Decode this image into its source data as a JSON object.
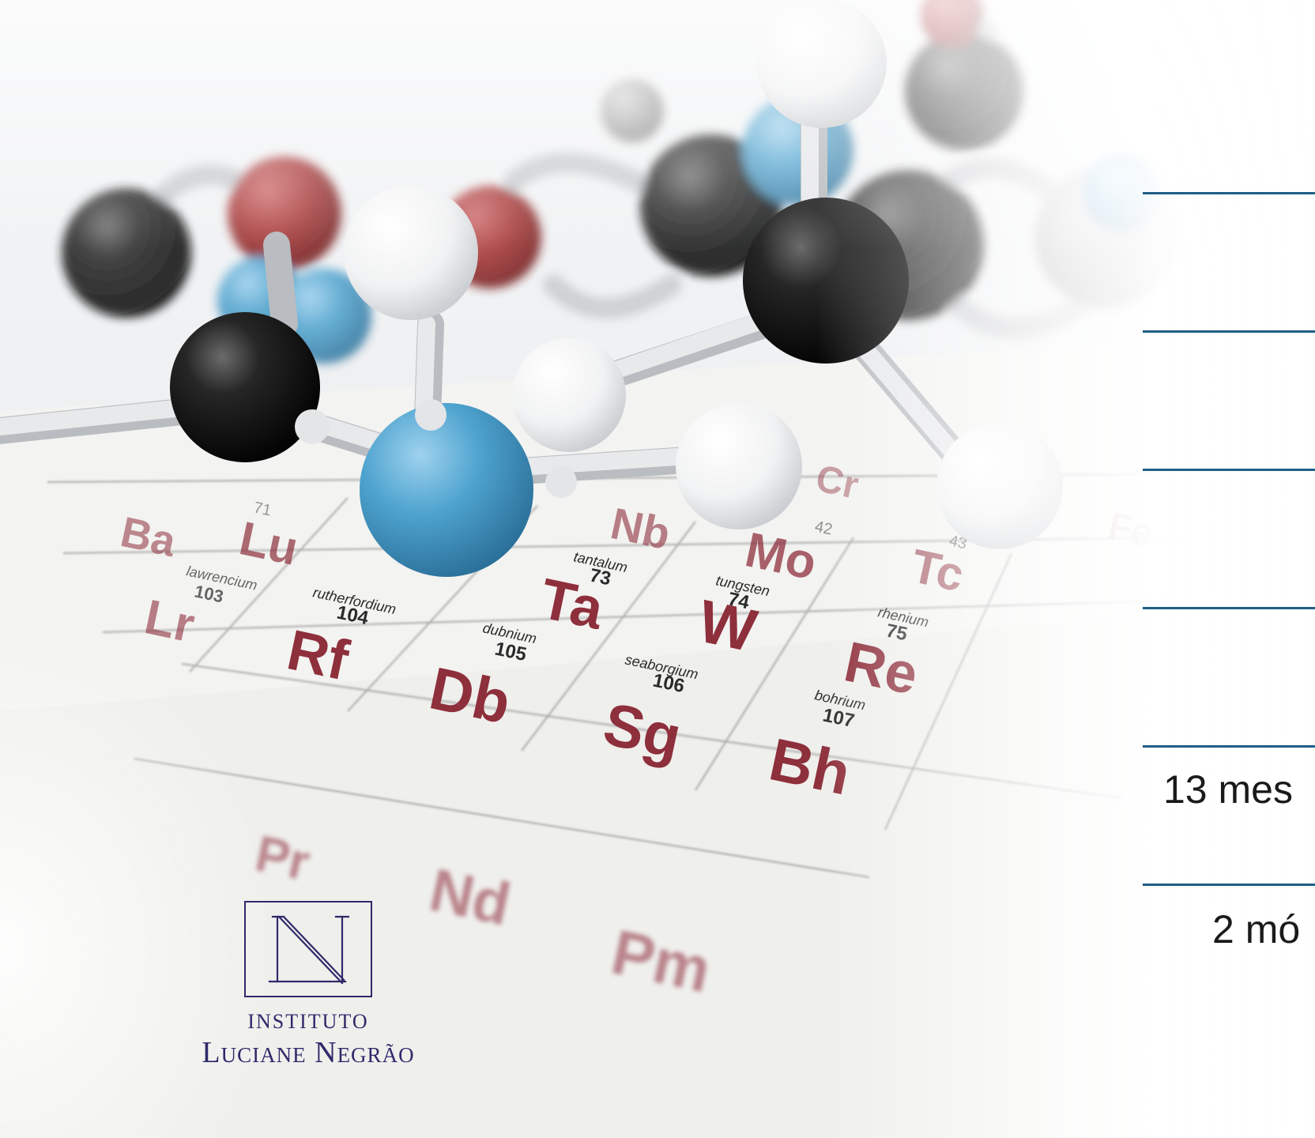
{
  "logo": {
    "line1": "INSTITUTO",
    "line2": "Luciane Negrão",
    "monogram": "LN"
  },
  "rows": [
    {
      "text": ""
    },
    {
      "text": ""
    },
    {
      "text": ""
    },
    {
      "text": ""
    },
    {
      "text": "13 mes"
    },
    {
      "text": "2 mó"
    }
  ],
  "table_labels": {
    "ba": "Ba",
    "lu": "Lu",
    "lu_num": "71",
    "nb": "Nb",
    "cr": "Cr",
    "mo": "Mo",
    "mo_num": "42",
    "tc": "Tc",
    "tc_num": "43",
    "fe": "Fe",
    "lr": "Lr",
    "lr_name": "lawrencium",
    "lr_num": "103",
    "rf": "Rf",
    "rf_name": "rutherfordium",
    "rf_num": "104",
    "ta": "Ta",
    "ta_name": "tantalum",
    "ta_num": "73",
    "w": "W",
    "w_name": "tungsten",
    "w_num": "74",
    "re": "Re",
    "re_name": "rhenium",
    "re_num": "75",
    "db": "Db",
    "db_name": "dubnium",
    "db_num": "105",
    "sg": "Sg",
    "sg_name": "seaborgium",
    "sg_num": "106",
    "bh": "Bh",
    "bh_name": "bohrium",
    "bh_num": "107",
    "nd": "Nd",
    "pm": "Pm",
    "pr": "Pr"
  },
  "colors": {
    "brand": "#2f2a6b",
    "rule": "#1f5f86",
    "element_symbol": "#8e2f3c"
  }
}
